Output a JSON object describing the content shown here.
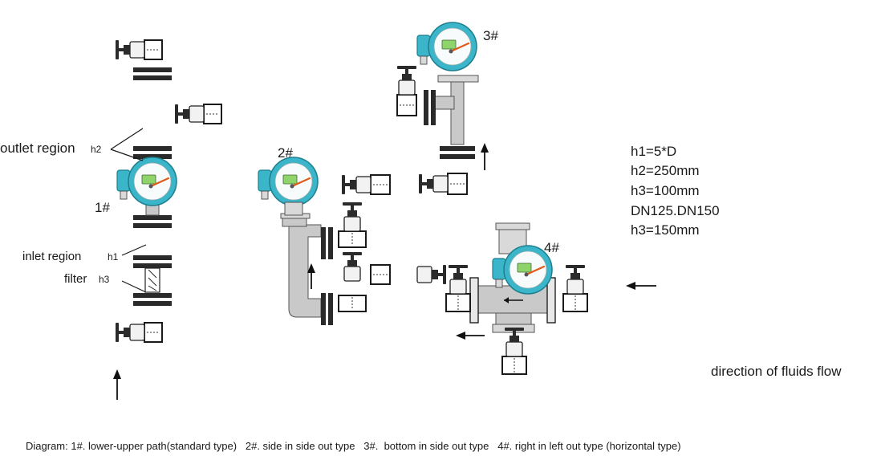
{
  "labels": {
    "outlet_region": "outlet region",
    "h2": "h2",
    "inlet_region": "inlet region",
    "h1": "h1",
    "filter": "filter",
    "h3": "h3",
    "meter_1": "1#",
    "meter_2": "2#",
    "meter_3": "3#",
    "meter_4": "4#",
    "direction": "direction of fluids flow"
  },
  "specs": [
    "h1=5*D",
    "h2=250mm",
    "h3=100mm",
    "DN125.DN150",
    "h3=150mm"
  ],
  "caption": "Diagram: 1#. lower-upper path(standard type)   2#. side in side out type   3#.  bottom in side out type   4#. right in left out type (horizontal type)",
  "colors": {
    "meter_accent": "#3ab5c9",
    "lcd": "#8fd36b",
    "needle": "#e05a1a",
    "pipe_outline": "#1a1a1a"
  }
}
